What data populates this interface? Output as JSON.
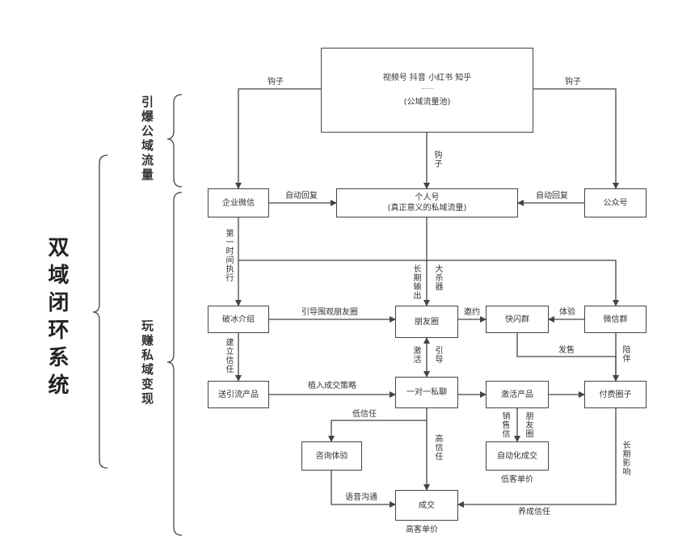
{
  "title": "双域闭环系统",
  "sections": {
    "public": "引爆公域流量",
    "private": "玩赚私域变现"
  },
  "nodes": {
    "pool": {
      "platforms": "视频号   抖音   小红书   知乎",
      "dots": "......",
      "name": "(公域流量池)"
    },
    "wecom": "企业微信",
    "personal": {
      "line1": "个人号",
      "line2": "(真正意义的私域流量)"
    },
    "official": "公众号",
    "icebreak": "破冰介绍",
    "moments": "朋友圈",
    "flash_group": "快闪群",
    "wechat_group": "微信群",
    "lead_product": "送引流产品",
    "one_on_one": "一对一私聊",
    "activate_product": "激活产品",
    "paid_circle": "付费圈子",
    "consult": "咨询体验",
    "auto_deal": "自动化成交",
    "deal": "成交"
  },
  "edge_labels": {
    "hook_left": "钩子",
    "hook_right": "钩子",
    "hook_mid": "钩子",
    "auto_reply_left": "自动回复",
    "auto_reply_right": "自动回复",
    "first_time": "第一时间执行",
    "long_term_output": "长期输出",
    "big_weapon": "大杀器",
    "guide_moments": "引导围观朋友圈",
    "invite": "邀约",
    "experience": "体验",
    "build_trust": "建立信任",
    "activate": "激活",
    "guide": "引导",
    "release": "发售",
    "accompany": "陪伴",
    "implant_strategy": "植入成交策略",
    "low_trust": "低信任",
    "high_trust": "高信任",
    "sales_letter": "销售信",
    "moments2": "朋友圈",
    "long_term_influence": "长期影响",
    "voice_chat": "语音沟通",
    "nurture_trust": "养成信任",
    "low_price": "低客单价",
    "high_price": "高客单价"
  }
}
